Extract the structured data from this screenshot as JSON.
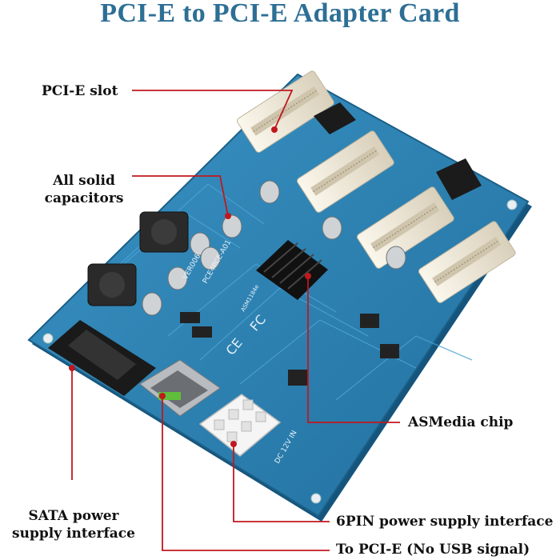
{
  "title": "PCI-E to PCI-E Adapter Card",
  "labels": {
    "pcie_slot": "PCI-E slot",
    "capacitors_line1": "All solid",
    "capacitors_line2": "capacitors",
    "asmedia_chip": "ASMedia chip",
    "sata_line1": "SATA power",
    "sata_line2": "supply interface",
    "sixpin": "6PIN power supply interface",
    "to_pcie": "To PCI-E (No USB signal)"
  },
  "board_markings": {
    "ver": "VER006",
    "model": "PCE4PCE-A01",
    "dc": "DC 12V IN",
    "fc": "FC",
    "ce": "CE",
    "chip1": "ASM1184e"
  },
  "colors": {
    "title": "#2d6f95",
    "pcb": "#2f86b8",
    "pointer": "#c0181e",
    "slot": "#efe8d6"
  }
}
